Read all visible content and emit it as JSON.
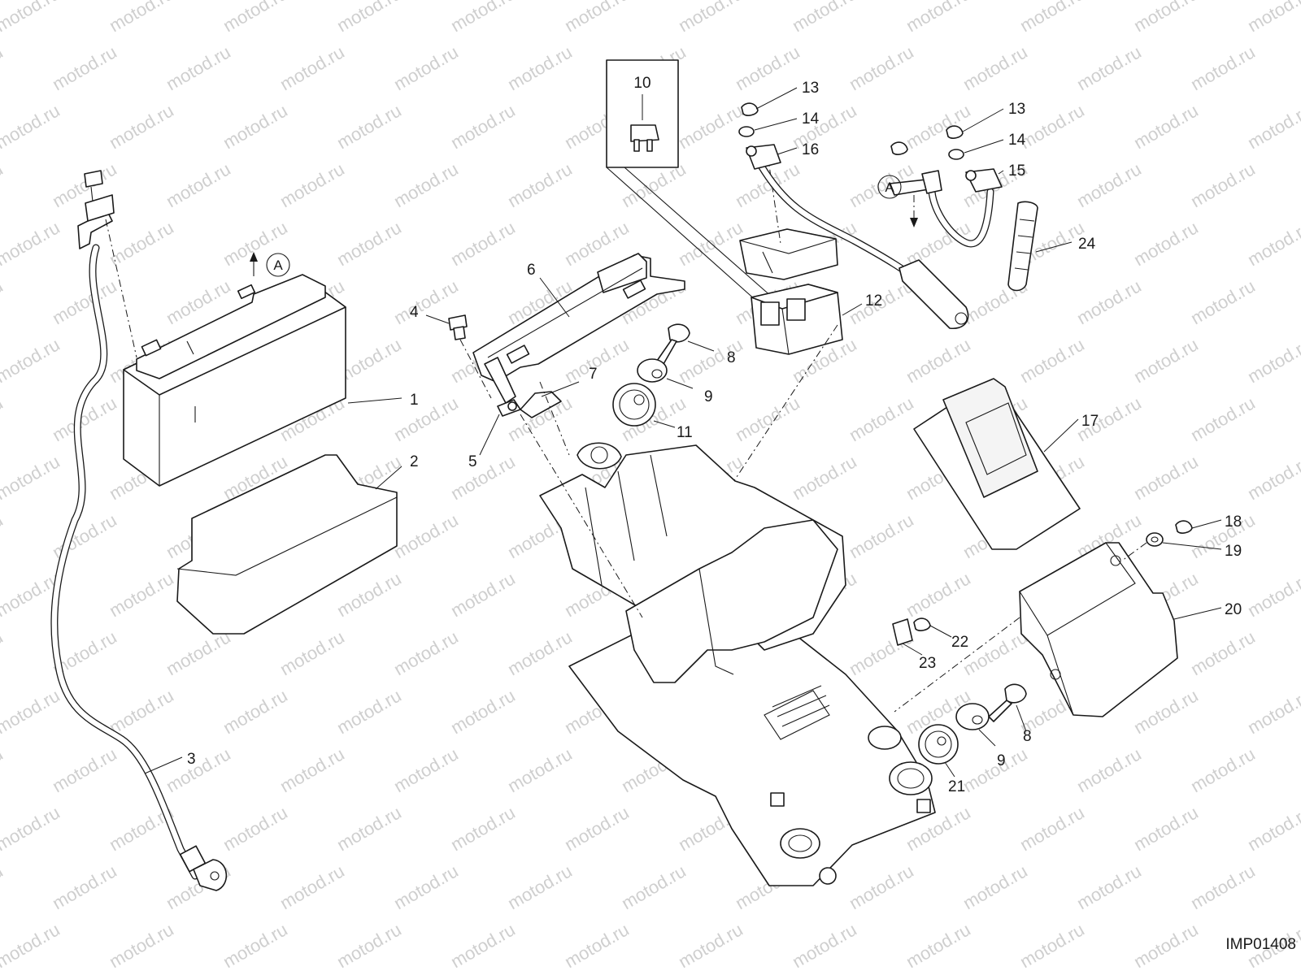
{
  "drawing_code": "IMP01408",
  "watermark": "motod.ru",
  "reference_marker": "A",
  "inset_label": "10",
  "callouts": [
    {
      "id": "c1",
      "label": "1"
    },
    {
      "id": "c2",
      "label": "2"
    },
    {
      "id": "c3",
      "label": "3"
    },
    {
      "id": "c4",
      "label": "4"
    },
    {
      "id": "c5",
      "label": "5"
    },
    {
      "id": "c6",
      "label": "6"
    },
    {
      "id": "c7",
      "label": "7"
    },
    {
      "id": "c8a",
      "label": "8"
    },
    {
      "id": "c8b",
      "label": "8"
    },
    {
      "id": "c9a",
      "label": "9"
    },
    {
      "id": "c9b",
      "label": "9"
    },
    {
      "id": "c11",
      "label": "11"
    },
    {
      "id": "c12",
      "label": "12"
    },
    {
      "id": "c13a",
      "label": "13"
    },
    {
      "id": "c13b",
      "label": "13"
    },
    {
      "id": "c14a",
      "label": "14"
    },
    {
      "id": "c14b",
      "label": "14"
    },
    {
      "id": "c15",
      "label": "15"
    },
    {
      "id": "c16",
      "label": "16"
    },
    {
      "id": "c17",
      "label": "17"
    },
    {
      "id": "c18",
      "label": "18"
    },
    {
      "id": "c19",
      "label": "19"
    },
    {
      "id": "c20",
      "label": "20"
    },
    {
      "id": "c21",
      "label": "21"
    },
    {
      "id": "c22",
      "label": "22"
    },
    {
      "id": "c23",
      "label": "23"
    },
    {
      "id": "c24",
      "label": "24"
    }
  ]
}
